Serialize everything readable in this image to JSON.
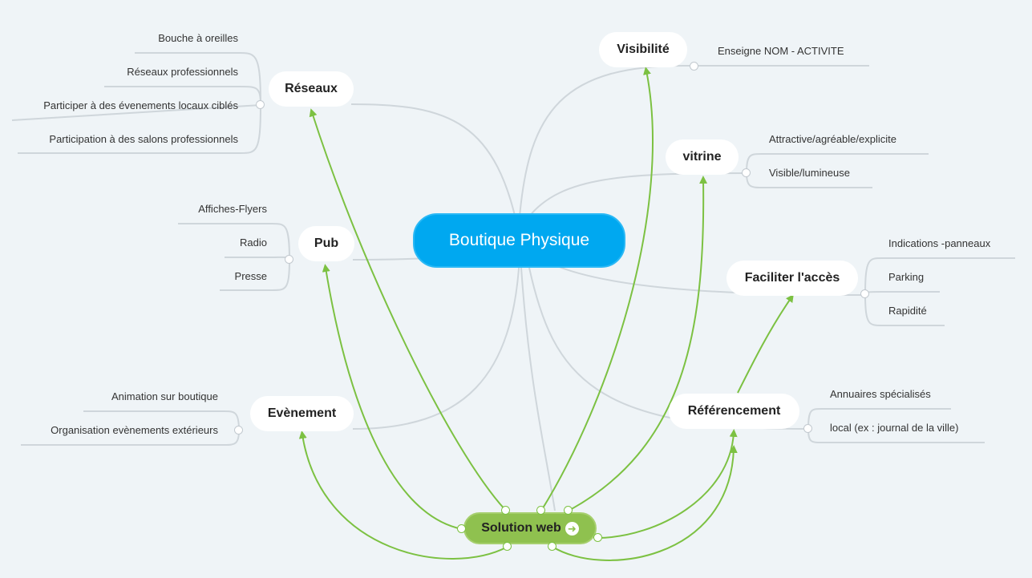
{
  "central": "Boutique Physique",
  "solution": {
    "label": "Solution web",
    "icon": "arrow-right-icon"
  },
  "topics": {
    "reseaux": {
      "label": "Réseaux",
      "items": [
        "Bouche à oreilles",
        "Réseaux professionnels",
        "Participer à des évenements locaux ciblés",
        "Participation à des salons professionnels"
      ]
    },
    "pub": {
      "label": "Pub",
      "items": [
        "Affiches-Flyers",
        "Radio",
        "Presse"
      ]
    },
    "evenement": {
      "label": "Evènement",
      "items": [
        "Animation sur boutique",
        "Organisation evènements extérieurs"
      ]
    },
    "visibilite": {
      "label": "Visibilité",
      "items": [
        "Enseigne NOM - ACTIVITE"
      ]
    },
    "vitrine": {
      "label": "vitrine",
      "items": [
        "Attractive/agréable/explicite",
        "Visible/lumineuse"
      ]
    },
    "acces": {
      "label": "Faciliter l'accès",
      "items": [
        "Indications -panneaux",
        "Parking",
        "Rapidité"
      ]
    },
    "referencement": {
      "label": "Référencement",
      "items": [
        "Annuaires spécialisés",
        "local (ex : journal de la ville)"
      ]
    }
  },
  "colors": {
    "central": "#00a8f0",
    "solution": "#8fc14f",
    "relation": "#7cc142",
    "branch": "#cfd6db",
    "background": "#eff4f7"
  }
}
